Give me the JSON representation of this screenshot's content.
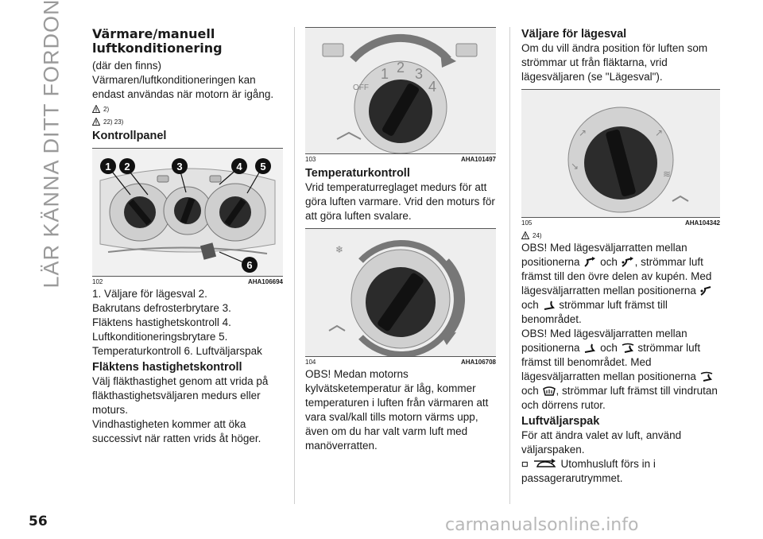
{
  "side_title": "LÄR KÄNNA DITT FORDON",
  "page_number": "56",
  "watermark": "carmanualsonline.info",
  "col1": {
    "title_line1": "Värmare/manuell",
    "title_line2": "luftkonditionering",
    "intro1": "(där den finns)",
    "intro2": "Värmaren/luftkonditioneringen kan endast användas när motorn är igång.",
    "warn1": "2)",
    "warn2": "22) 23)",
    "panel_heading": "Kontrollpanel",
    "fig_number": "102",
    "fig_code": "AHA106694",
    "callouts": [
      "1",
      "2",
      "3",
      "4",
      "5",
      "6"
    ],
    "legend": [
      "1. Väljare för lägesval 2.",
      "Bakrutans defrosterbrytare 3.",
      "Fläktens hastighetskontroll 4.",
      "Luftkonditioneringsbrytare 5.",
      "Temperaturkontroll 6. Luftväljarspak"
    ],
    "fan_heading": "Fläktens hastighetskontroll",
    "fan_text1": "Välj fläkthastighet genom att vrida på fläkthastighetsväljaren medurs eller moturs.",
    "fan_text2": "Vindhastigheten kommer att öka successivt när ratten vrids åt höger."
  },
  "col2": {
    "fig1_number": "103",
    "fig1_code": "AHA101497",
    "dial_labels": [
      "OFF",
      "1",
      "2",
      "3",
      "4"
    ],
    "temp_heading": "Temperaturkontroll",
    "temp_text": "Vrid temperaturreglaget medurs för att göra luften varmare. Vrid den moturs för att göra luften svalare.",
    "fig2_number": "104",
    "fig2_code": "AHA106708",
    "obs_text": "OBS! Medan motorns kylvätsketemperatur är låg, kommer temperaturen i luften från värmaren att vara sval/kall tills motorn värms upp, även om du har valt varm luft med manöverratten."
  },
  "col3": {
    "mode_heading": "Väljare för lägesval",
    "mode_text": "Om du vill ändra position för luften som strömmar ut från fläktarna, vrid lägesväljaren (se \"Lägesval\").",
    "fig_number": "105",
    "fig_code": "AHA104342",
    "warn": "24)",
    "obs1_a": "OBS! Med lägesväljarratten mellan positionerna",
    "och": "och",
    "obs1_b": ", strömmar luft främst till den övre delen av kupén. Med lägesväljarratten mellan positionerna",
    "obs1_c": "strömmar luft främst till benområdet.",
    "obs2_a": "OBS! Med lägesväljarratten mellan positionerna",
    "obs2_b": "strömmar luft främst till benområdet. Med lägesväljarratten mellan positionerna",
    "obs2_c": ", strömmar luft främst till vindrutan och dörrens rutor.",
    "lever_heading": "Luftväljarspak",
    "lever_text": "För att ändra valet av luft, använd väljarspaken.",
    "outside_text": "Utomhusluft förs in i passagerarutrymmet."
  }
}
